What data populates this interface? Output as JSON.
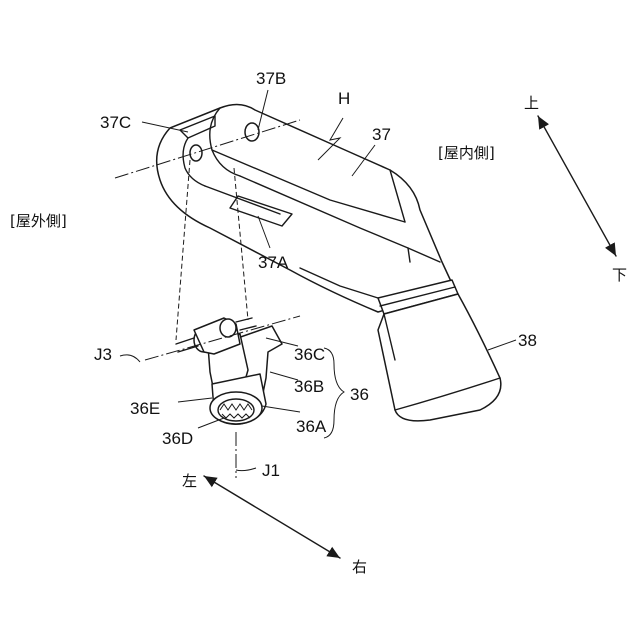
{
  "labels": {
    "h": "H",
    "n37": "37",
    "n37b": "37B",
    "n37c": "37C",
    "n37a": "37A",
    "n38": "38",
    "n36": "36",
    "n36a": "36A",
    "n36b": "36B",
    "n36c": "36C",
    "n36d": "36D",
    "n36e": "36E",
    "j1": "J1",
    "j3": "J3"
  },
  "directions": {
    "up": "上",
    "down": "下",
    "left": "左",
    "right": "右",
    "inside": "[屋内側]",
    "outside": "[屋外側]"
  }
}
